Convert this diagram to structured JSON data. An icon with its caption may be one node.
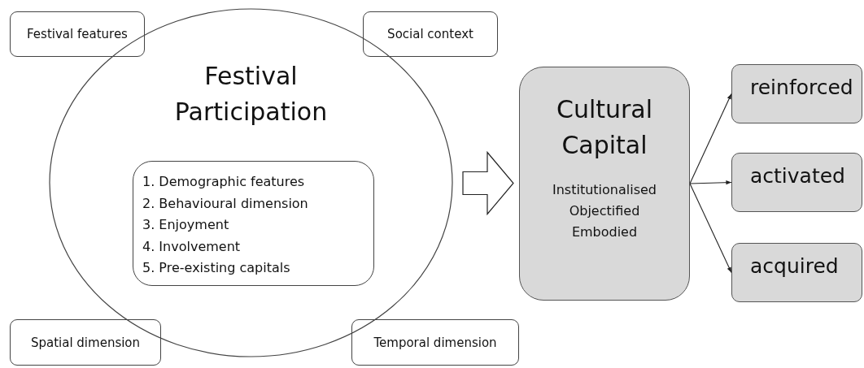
{
  "diagram": {
    "nodes": [
      {
        "text": [
          "Festival Participation"
        ]
      },
      {
        "text": [
          "1. Demographic features",
          "2. Behavioural dimension",
          "3. Enjoyment",
          "4. Involvement",
          "5. Pre-existing capitals"
        ],
        "in": 0
      },
      {
        "text": [
          "Festival features"
        ]
      },
      {
        "text": [
          "Social context"
        ]
      },
      {
        "text": [
          "Spatial dimension"
        ]
      },
      {
        "text": [
          "Temporal dimension"
        ]
      },
      {
        "text": [
          "Cultural Capital",
          "Institutionalised",
          "Objectified",
          "Embodied"
        ]
      },
      {
        "text": [
          "reinforced"
        ]
      },
      {
        "text": [
          "activated"
        ]
      },
      {
        "text": [
          "acquired"
        ]
      }
    ],
    "edges": [
      {
        "from": 0,
        "to": 6,
        "arrow": "to",
        "style": "thick"
      },
      {
        "from": 6,
        "to": 7,
        "arrow": "to"
      },
      {
        "from": 6,
        "to": 8,
        "arrow": "to"
      },
      {
        "from": 6,
        "to": 9,
        "arrow": "to"
      }
    ]
  }
}
